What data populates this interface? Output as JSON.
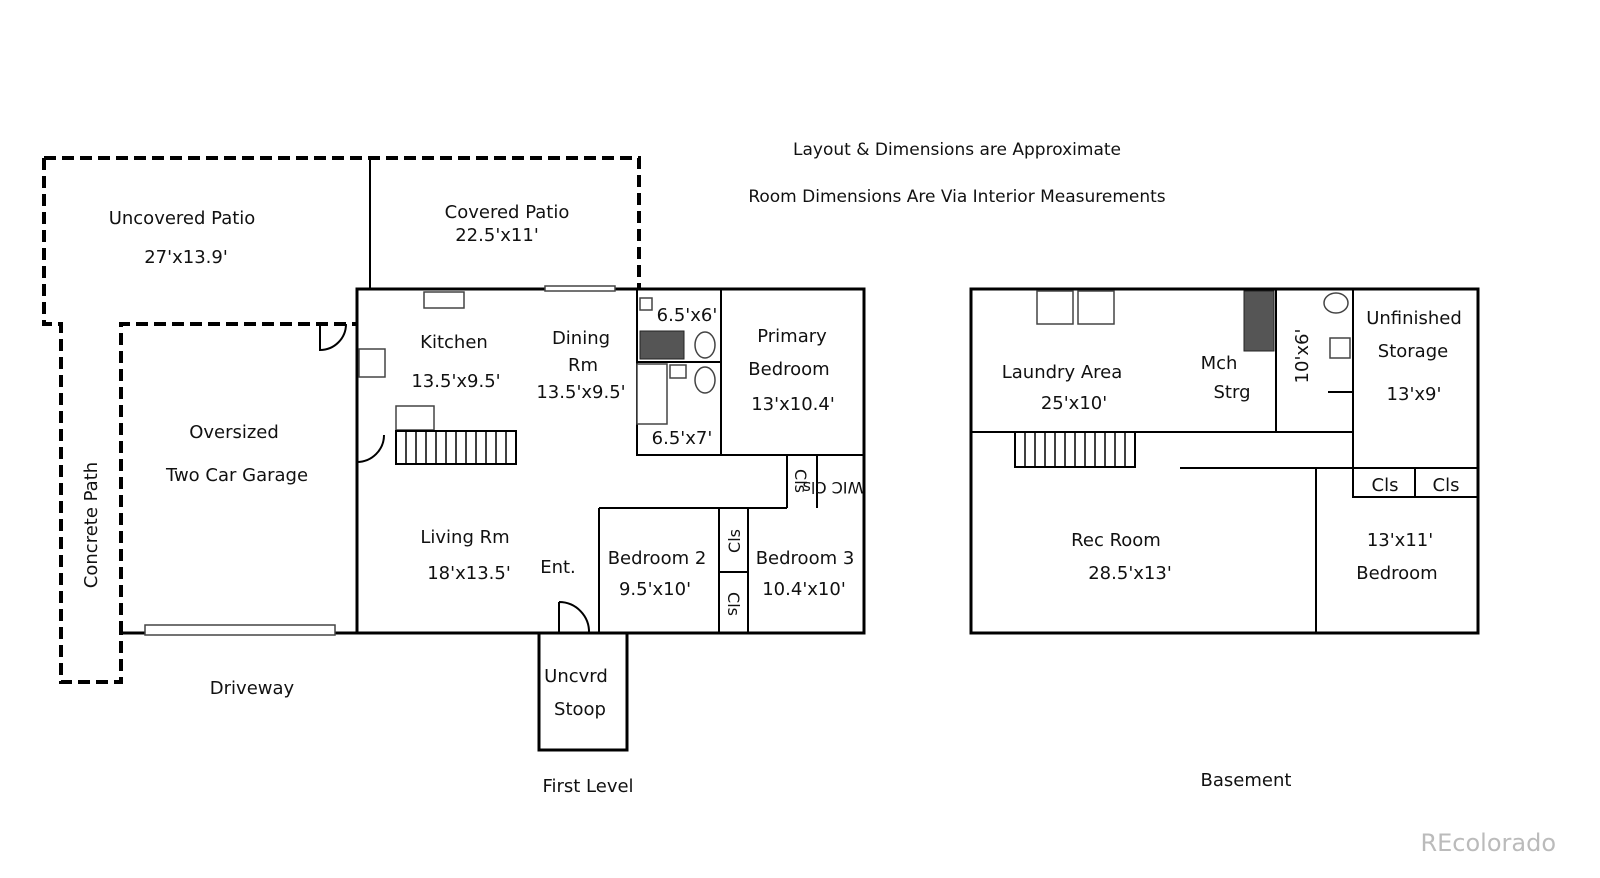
{
  "notes": {
    "approximate": "Layout & Dimensions are Approximate",
    "interior": "Room Dimensions Are Via Interior Measurements"
  },
  "first_level": {
    "title": "First Level",
    "uncovered_patio": {
      "name": "Uncovered Patio",
      "dims": "27'x13.9'"
    },
    "covered_patio": {
      "name": "Covered Patio",
      "dims": "22.5'x11'"
    },
    "garage": {
      "name1": "Oversized",
      "name2": "Two Car Garage"
    },
    "concrete_path": "Concrete Path",
    "driveway": "Driveway",
    "kitchen": {
      "name": "Kitchen",
      "dims": "13.5'x9.5'"
    },
    "dining": {
      "name1": "Dining",
      "name2": "Rm",
      "dims": "13.5'x9.5'"
    },
    "bath1": "6.5'x6'",
    "bath2": "6.5'x7'",
    "primary_bedroom": {
      "name1": "Primary",
      "name2": "Bedroom",
      "dims": "13'x10.4'"
    },
    "closet": "Cls",
    "wic": "WIC Cls",
    "living": {
      "name": "Living Rm",
      "dims": "18'x13.5'"
    },
    "entry": "Ent.",
    "bedroom2": {
      "name": "Bedroom 2",
      "dims": "9.5'x10'"
    },
    "bedroom3": {
      "name": "Bedroom 3",
      "dims": "10.4'x10'"
    },
    "stoop": {
      "name1": "Uncvrd",
      "name2": "Stoop"
    }
  },
  "basement": {
    "title": "Basement",
    "laundry": {
      "name": "Laundry Area",
      "dims": "25'x10'"
    },
    "mech": {
      "name1": "Mch",
      "name2": "Strg"
    },
    "bath": "10'x6'",
    "storage": {
      "name1": "Unfinished",
      "name2": "Storage",
      "dims": "13'x9'"
    },
    "closet": "Cls",
    "rec": {
      "name": "Rec Room",
      "dims": "28.5'x13'"
    },
    "bedroom": {
      "dims": "13'x11'",
      "name": "Bedroom"
    }
  },
  "watermark": "REcolorado"
}
